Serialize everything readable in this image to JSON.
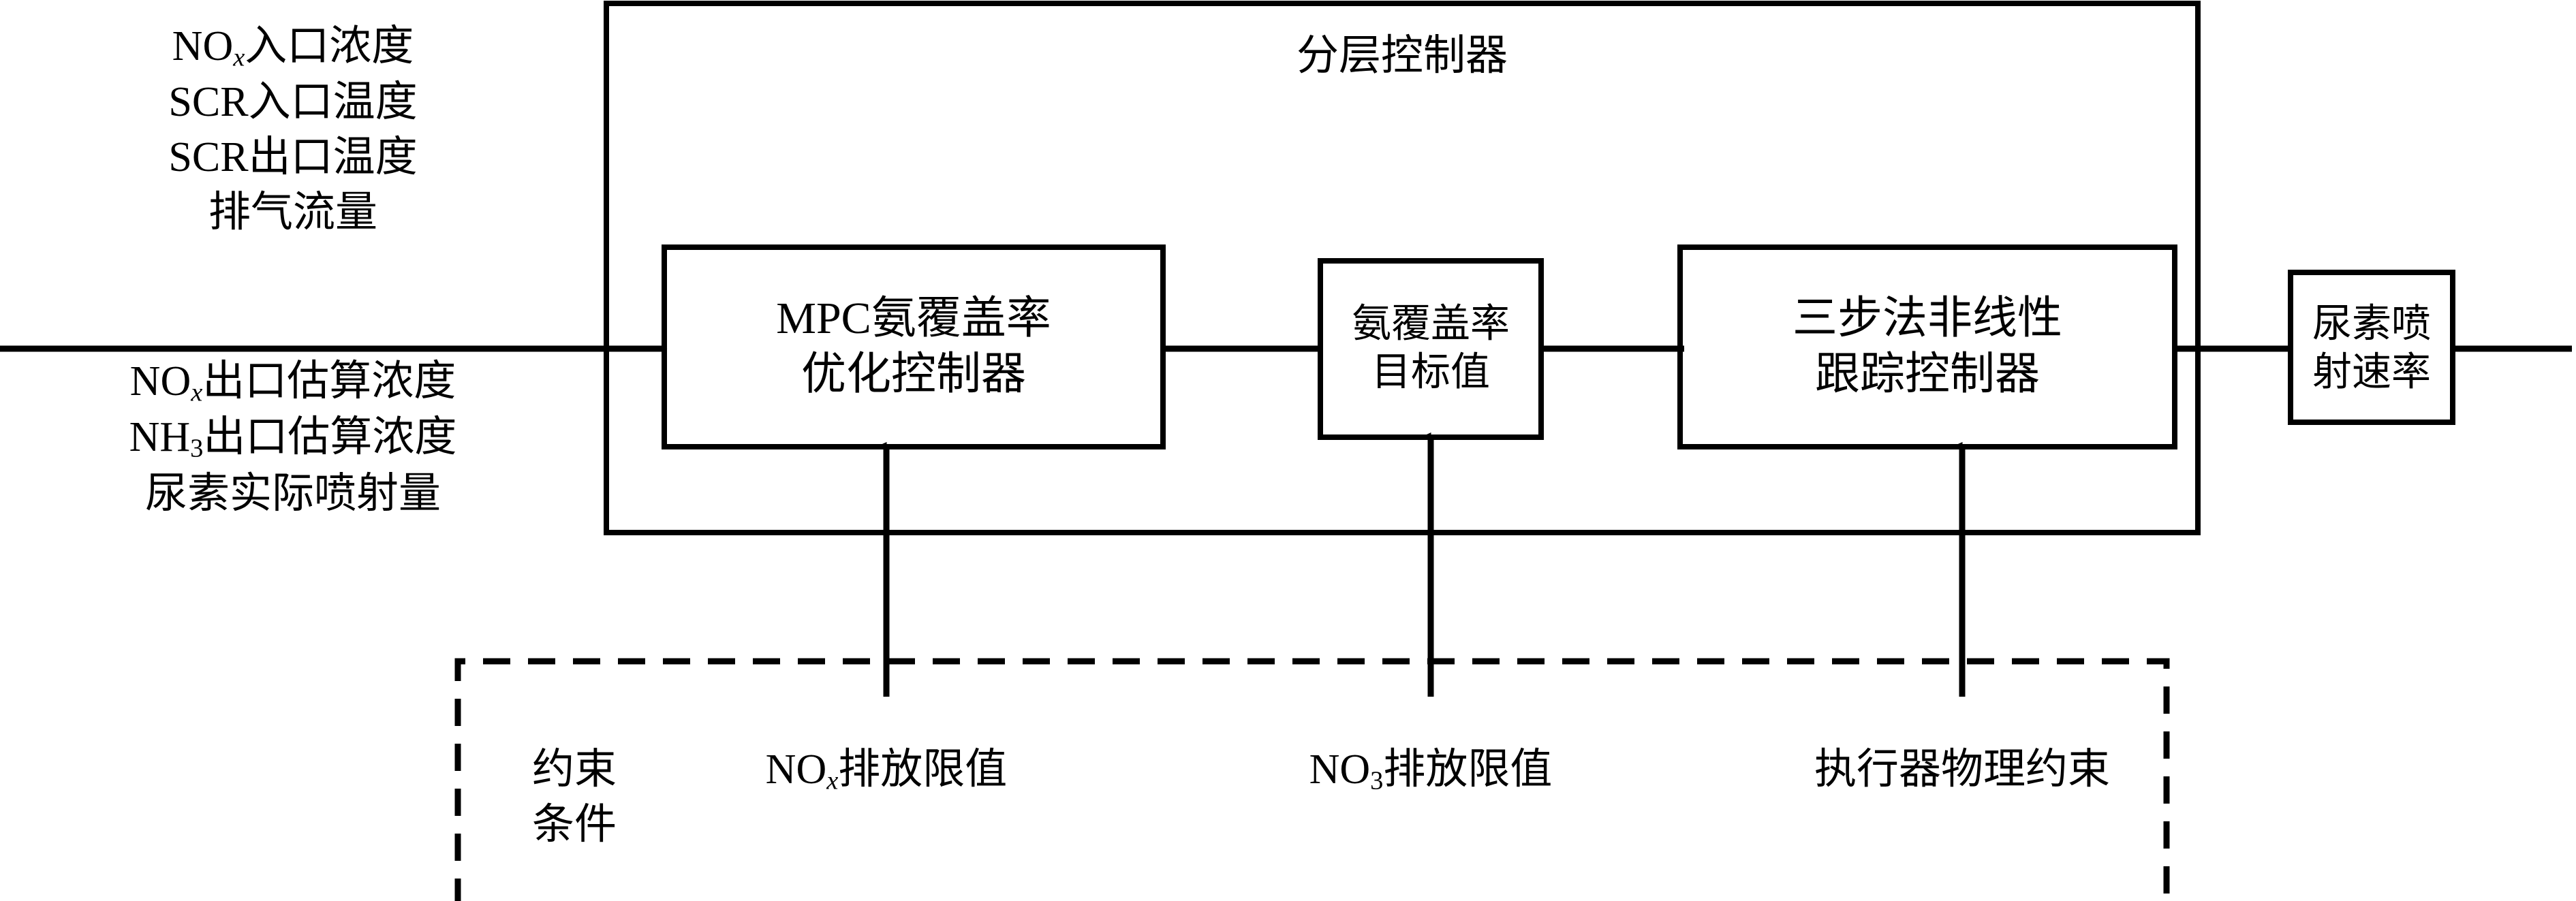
{
  "diagram": {
    "title_inside_outer_box": "分层控制器",
    "inputs": {
      "group_upper": [
        "NO<sub>x</sub>入口浓度",
        "SCR入口温度",
        "SCR出口温度",
        "排气流量"
      ],
      "group_lower": [
        "NO<sub>x</sub>出口估算浓度",
        "NH<sub>3</sub>出口估算浓度",
        "尿素实际喷射量"
      ]
    },
    "blocks": [
      {
        "name": "mpc-controller",
        "lines": [
          "MPC氨覆盖率",
          "优化控制器"
        ]
      },
      {
        "name": "ammonia-coverage-target",
        "lines": [
          "氨覆盖率",
          "目标值"
        ]
      },
      {
        "name": "three-step-nonlinear-tracking-controller",
        "lines": [
          "三步法非线性",
          "跟踪控制器"
        ]
      },
      {
        "name": "urea-injection-rate",
        "lines": [
          "尿素喷",
          "射速率"
        ]
      }
    ],
    "constraint_box": {
      "title_lines": [
        "约束",
        "条件"
      ],
      "items": [
        "NO<sub>x</sub>排放限值",
        "NO<sub>3</sub>排放限值",
        "执行器物理约束"
      ]
    },
    "colors": {
      "stroke": "#000000",
      "background": "#ffffff"
    }
  }
}
